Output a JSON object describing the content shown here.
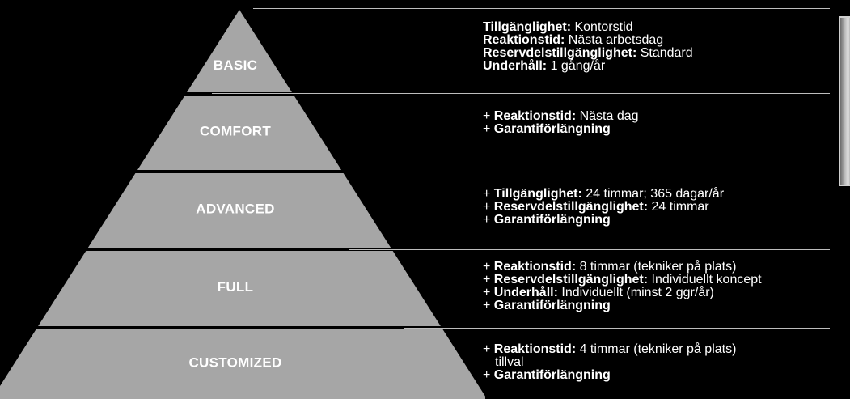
{
  "colors": {
    "background": "#000000",
    "tier_fill": "#a6a6a6",
    "tier_label": "#ffffff",
    "divider": "#bdbdbd",
    "text": "#ffffff"
  },
  "tiers": [
    {
      "label": "BASIC",
      "lines": [
        [
          {
            "t": "Tillgänglighet:",
            "b": true
          },
          {
            "t": " Kontorstid"
          }
        ],
        [
          {
            "t": "Reaktionstid:",
            "b": true
          },
          {
            "t": " Nästa arbetsdag"
          }
        ],
        [
          {
            "t": "Reservdelstillgänglighet:",
            "b": true
          },
          {
            "t": " Standard"
          }
        ],
        [
          {
            "t": "Underhåll:",
            "b": true
          },
          {
            "t": " 1 gång/år"
          }
        ]
      ]
    },
    {
      "label": "COMFORT",
      "lines": [
        [
          {
            "t": "+ "
          },
          {
            "t": "Reaktionstid:",
            "b": true
          },
          {
            "t": " Nästa dag"
          }
        ],
        [
          {
            "t": "+ "
          },
          {
            "t": "Garantiförlängning",
            "b": true
          }
        ]
      ]
    },
    {
      "label": "ADVANCED",
      "lines": [
        [
          {
            "t": "+ "
          },
          {
            "t": "Tillgänglighet:",
            "b": true
          },
          {
            "t": " 24 timmar; 365 dagar/år"
          }
        ],
        [
          {
            "t": "+ "
          },
          {
            "t": "Reservdelstillgänglighet:",
            "b": true
          },
          {
            "t": " 24 timmar"
          }
        ],
        [
          {
            "t": "+ "
          },
          {
            "t": "Garantiförlängning",
            "b": true
          }
        ]
      ]
    },
    {
      "label": "FULL",
      "lines": [
        [
          {
            "t": "+ "
          },
          {
            "t": "Reaktionstid:",
            "b": true
          },
          {
            "t": " 8 timmar (tekniker på plats)"
          }
        ],
        [
          {
            "t": "+ "
          },
          {
            "t": "Reservdelstillgänglighet:",
            "b": true
          },
          {
            "t": " Individuellt koncept"
          }
        ],
        [
          {
            "t": "+ "
          },
          {
            "t": "Underhåll:",
            "b": true
          },
          {
            "t": " Individuellt (minst 2 ggr/år)"
          }
        ],
        [
          {
            "t": "+ "
          },
          {
            "t": "Garantiförlängning",
            "b": true
          }
        ]
      ]
    },
    {
      "label": "CUSTOMIZED",
      "lines": [
        [
          {
            "t": "+ "
          },
          {
            "t": "Reaktionstid:",
            "b": true
          },
          {
            "t": " 4 timmar (tekniker på plats)"
          }
        ],
        [
          {
            "t": "tillval",
            "indent": true
          }
        ],
        [
          {
            "t": "+ "
          },
          {
            "t": "Garantiförlängning",
            "b": true
          }
        ]
      ]
    }
  ]
}
